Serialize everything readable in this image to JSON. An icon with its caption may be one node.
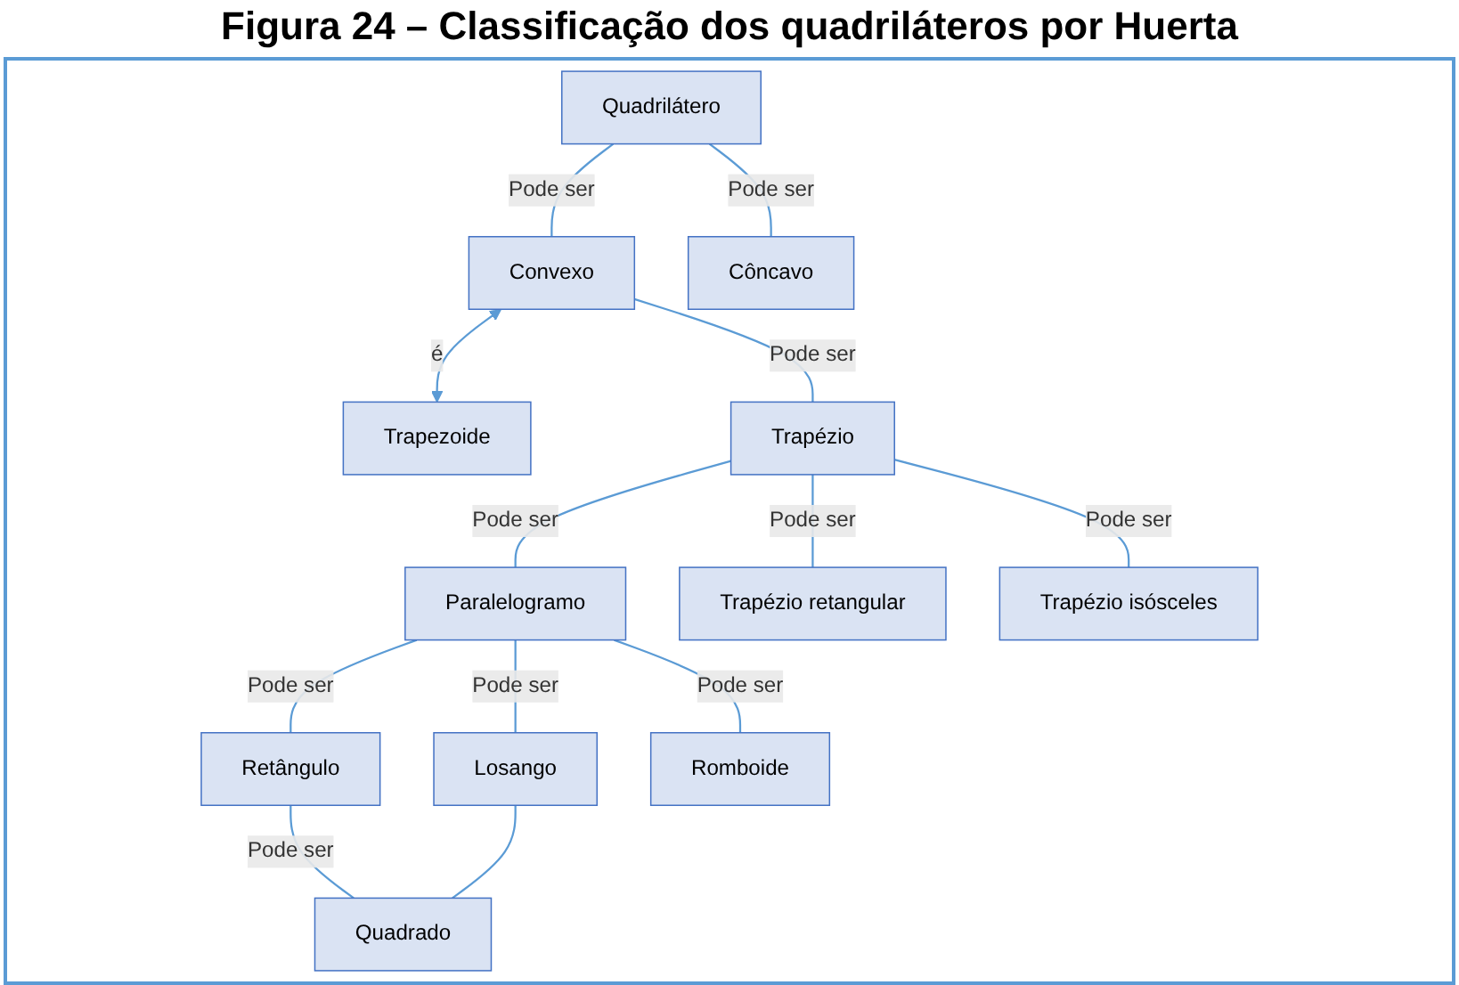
{
  "diagram": {
    "title": "Figura 24 – Classificação dos quadriláteros por Huerta",
    "nodes": [
      {
        "text": [
          "Quadrilátero"
        ]
      },
      {
        "text": [
          "Convexo"
        ]
      },
      {
        "text": [
          "Trapezoide"
        ]
      },
      {
        "text": [
          "Côncavo"
        ]
      },
      {
        "text": [
          "Trapézio"
        ]
      },
      {
        "text": [
          "Paralelogramo"
        ]
      },
      {
        "text": [
          "Trapézio retangular"
        ]
      },
      {
        "text": [
          "Trapézio isósceles"
        ]
      },
      {
        "text": [
          "Retângulo"
        ]
      },
      {
        "text": [
          "Losango"
        ]
      },
      {
        "text": [
          "Romboide"
        ]
      },
      {
        "text": [
          "Quadrado"
        ]
      }
    ],
    "edges": [
      {
        "from": 0,
        "to": 1,
        "arrow": "none",
        "label": "Pode ser"
      },
      {
        "from": 0,
        "to": 3,
        "arrow": "none",
        "label": "Pode ser"
      },
      {
        "from": 1,
        "to": 2,
        "arrow": "both",
        "label": "é"
      },
      {
        "from": 1,
        "to": 4,
        "arrow": "none",
        "label": "Pode ser"
      },
      {
        "from": 4,
        "to": 5,
        "arrow": "none",
        "label": "Pode ser"
      },
      {
        "from": 4,
        "to": 6,
        "arrow": "none",
        "label": "Pode ser"
      },
      {
        "from": 4,
        "to": 7,
        "arrow": "none",
        "label": "Pode ser"
      },
      {
        "from": 5,
        "to": 8,
        "arrow": "none",
        "label": "Pode ser"
      },
      {
        "from": 5,
        "to": 9,
        "arrow": "none",
        "label": "Pode ser"
      },
      {
        "from": 5,
        "to": 10,
        "arrow": "none",
        "label": "Pode ser"
      },
      {
        "from": 8,
        "to": 11,
        "arrow": "none",
        "label": "Pode ser"
      },
      {
        "from": 9,
        "to": 11,
        "arrow": "none"
      }
    ]
  }
}
